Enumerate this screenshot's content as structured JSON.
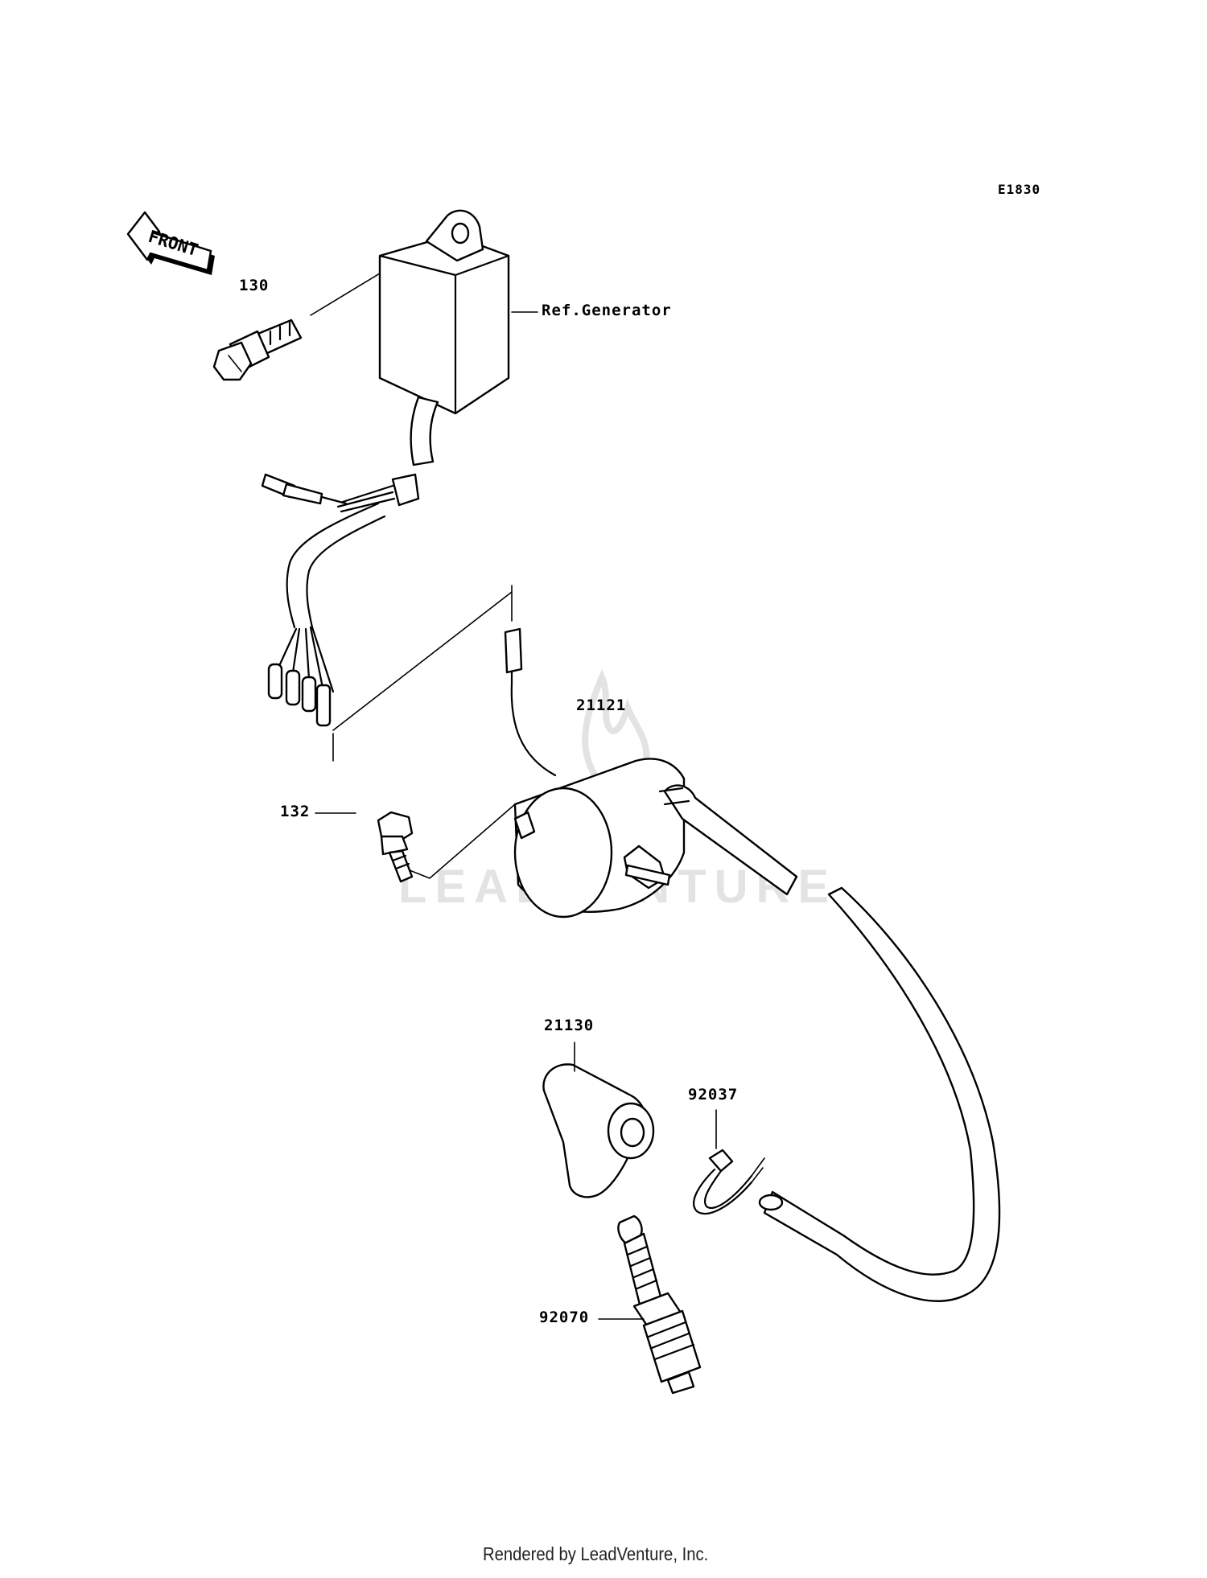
{
  "diagram_code": "E1830",
  "front_label": "FRONT",
  "parts": {
    "ref_generator": "Ref.Generator",
    "bolt_130": "130",
    "bolt_132": "132",
    "ignition_coil": "21121",
    "plug_cap": "21130",
    "band": "92037",
    "spark_plug": "92070"
  },
  "watermark": "LEADVENTURE",
  "footer": "Rendered by LeadVenture, Inc."
}
